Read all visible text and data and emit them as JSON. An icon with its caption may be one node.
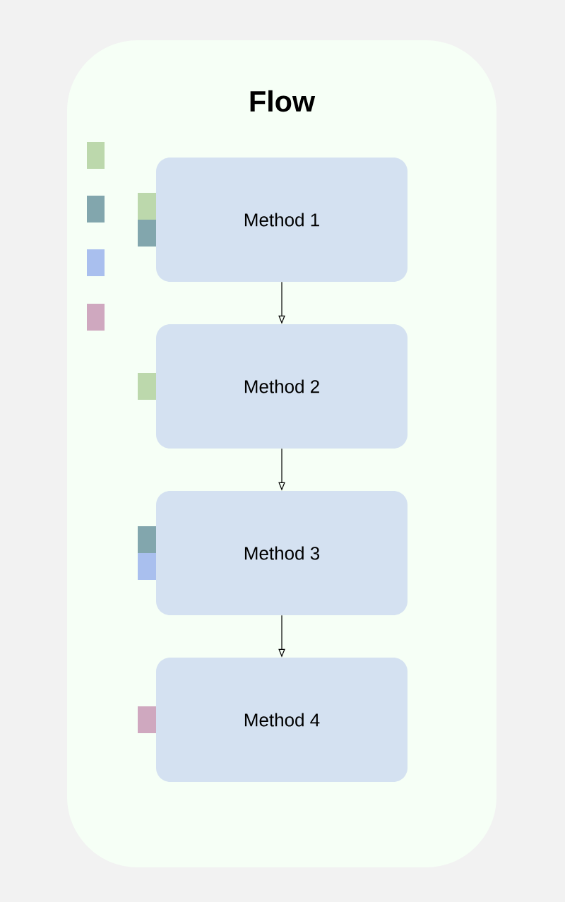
{
  "diagram": {
    "nodes": [
      {
        "text": [
          "Flow"
        ]
      },
      {
        "text": [
          "Method 1"
        ],
        "in": 0
      },
      {
        "text": [
          "Method 2"
        ],
        "in": 0
      },
      {
        "text": [
          "Method 3"
        ],
        "in": 0
      },
      {
        "text": [
          "Method 4"
        ],
        "in": 0
      }
    ],
    "edges": [
      {
        "from": 1,
        "to": 2,
        "arrow": "to"
      },
      {
        "from": 2,
        "to": 3,
        "arrow": "to"
      },
      {
        "from": 3,
        "to": 4,
        "arrow": "to"
      }
    ]
  }
}
